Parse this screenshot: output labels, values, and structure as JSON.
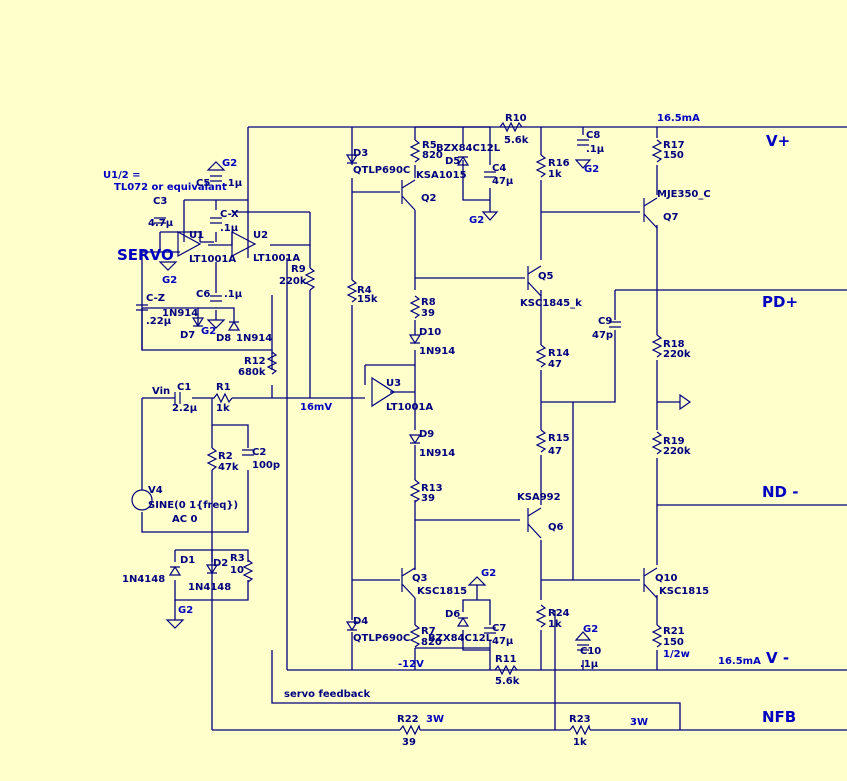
{
  "colors": {
    "background": "#ffffcc",
    "wire": "#000080",
    "label": "#000080",
    "net_label": "#0000c0"
  },
  "nets": {
    "vplus": "V+",
    "vminus": "V -",
    "pdplus": "PD+",
    "nd": "ND -",
    "nfb": "NFB",
    "servo": "SERVO",
    "g2": "G2",
    "vin": "Vin",
    "mv16": "16mV",
    "ma_top": "16.5mA",
    "ma_bot": "16.5mA",
    "neg12": "-12V",
    "servo_fb": "servo feedback",
    "w3a": "3W",
    "w3b": "3W",
    "half_w": "1/2w",
    "u1_note_1": "U1/2 =",
    "u1_note_2": "TL072 or equivalant"
  },
  "parts": {
    "C5": [
      "C5",
      ".1µ"
    ],
    "C3": [
      "C3",
      "4.7µ"
    ],
    "CX": [
      "C-X",
      ".1µ"
    ],
    "U1": [
      "U1",
      "LT1001A"
    ],
    "U2": [
      "U2",
      "LT1001A"
    ],
    "R9": [
      "R9",
      "220k"
    ],
    "C6": [
      "C6",
      ".1µ"
    ],
    "CZ": [
      "C-Z",
      ".22µ"
    ],
    "D7": [
      "D7",
      "1N914"
    ],
    "D8": [
      "D8",
      "1N914"
    ],
    "R12": [
      "R12",
      "680k"
    ],
    "C1": [
      "C1",
      "2.2µ"
    ],
    "R1": [
      "R1",
      "1k"
    ],
    "R2": [
      "R2",
      "47k"
    ],
    "C2": [
      "C2",
      "100p"
    ],
    "V4": [
      "V4",
      "SINE(0 1{freq})",
      "AC 0"
    ],
    "D1": [
      "D1",
      "1N4148"
    ],
    "D2": [
      "D2",
      "1N4148"
    ],
    "R3": [
      "R3",
      "10"
    ],
    "D3": [
      "D3",
      "QTLP690C"
    ],
    "R4": [
      "R4",
      "15k"
    ],
    "D4": [
      "D4",
      "QTLP690C"
    ],
    "R5": [
      "R5",
      "820"
    ],
    "D5": [
      "D5",
      "BZX84C12L"
    ],
    "C4": [
      "C4",
      "47µ"
    ],
    "Q2": [
      "Q2",
      "KSA1015"
    ],
    "R8": [
      "R8",
      "39"
    ],
    "D10": [
      "D10",
      "1N914"
    ],
    "U3": [
      "U3",
      "LT1001A"
    ],
    "D9": [
      "D9",
      "1N914"
    ],
    "R13": [
      "R13",
      "39"
    ],
    "Q3": [
      "Q3",
      "KSC1815"
    ],
    "D6": [
      "D6",
      "BZX84C12L"
    ],
    "C7": [
      "C7",
      "47µ"
    ],
    "R7": [
      "R7",
      "820"
    ],
    "R11": [
      "R11",
      "5.6k"
    ],
    "R10": [
      "R10",
      "5.6k"
    ],
    "C8": [
      "C8",
      ".1µ"
    ],
    "R16": [
      "R16",
      "1k"
    ],
    "Q5": [
      "Q5",
      "KSC1845_k"
    ],
    "R14": [
      "R14",
      "47"
    ],
    "R15": [
      "R15",
      "47"
    ],
    "Q6": [
      "Q6",
      "KSA992"
    ],
    "R24": [
      "R24",
      "1k"
    ],
    "C10": [
      "C10",
      ".1µ"
    ],
    "R17": [
      "R17",
      "150"
    ],
    "Q7": [
      "Q7",
      "MJE350_C"
    ],
    "C9": [
      "C9",
      "47p"
    ],
    "R18": [
      "R18",
      "220k"
    ],
    "R19": [
      "R19",
      "220k"
    ],
    "Q10": [
      "Q10",
      "KSC1815"
    ],
    "R21": [
      "R21",
      "150"
    ],
    "R22": [
      "R22",
      "39"
    ],
    "R23": [
      "R23",
      "1k"
    ]
  }
}
